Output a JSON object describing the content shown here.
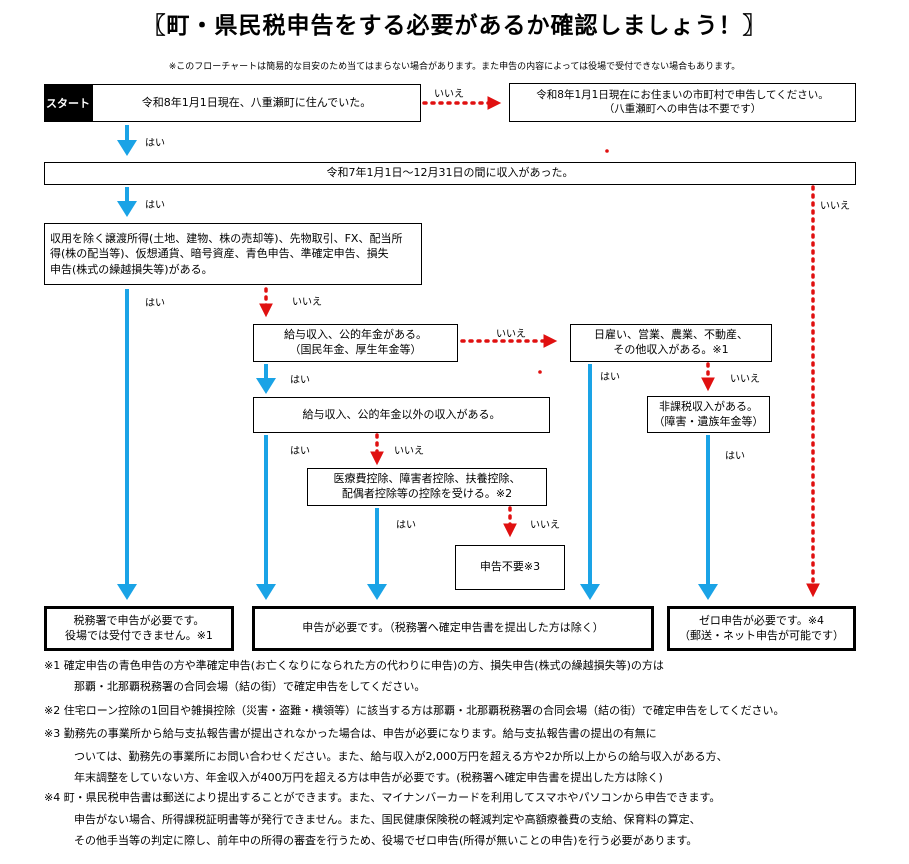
{
  "title": "〖町・県民税申告をする必要があるか確認しましょう！〗",
  "subnote": "※このフローチャートは簡易的な目安のため当てはまらない場合があります。また申告の内容によっては役場で受付できない場合もあります。",
  "start_label": "スタート",
  "boxes": {
    "q1": "令和8年1月1日現在、八重瀬町に住んでいた。",
    "no_resident": [
      "令和8年1月1日現在にお住まいの市町村で申告してください。",
      "（八重瀬町への申告は不要です）"
    ],
    "q2": "令和7年1月1日～12月31日の間に収入があった。",
    "q3": [
      "収用を除く譲渡所得(土地、建物、株の売却等)、先物取引、FX、配当所",
      "得(株の配当等)、仮想通貨、暗号資産、青色申告、準確定申告、損失",
      "申告(株式の繰越損失等)がある。"
    ],
    "q4": [
      "給与収入、公的年金がある。",
      "（国民年金、厚生年金等）"
    ],
    "q5": [
      "日雇い、営業、農業、不動産、",
      "その他収入がある。※1"
    ],
    "q6": "給与収入、公的年金以外の収入がある。",
    "q7": [
      "非課税収入がある。",
      "（障害・遺族年金等）"
    ],
    "q8": [
      "医療費控除、障害者控除、扶養控除、",
      "配偶者控除等の控除を受ける。※2"
    ],
    "no_need": "申告不要※3",
    "res_tax_office": [
      "税務署で申告が必要です。",
      "役場では受付できません。※1"
    ],
    "res_need": "申告が必要です。（税務署へ確定申告書を提出した方は除く）",
    "res_zero": [
      "ゼロ申告が必要です。※4",
      "（郵送・ネット申告が可能です）"
    ]
  },
  "labels": {
    "yes": "はい",
    "no": "いいえ"
  },
  "notes": [
    "※1 確定申告の青色申告の方や準確定申告(お亡くなりになられた方の代わりに申告)の方、損失申告(株式の繰越損失等)の方は",
    "那覇・北那覇税務署の合同会場（結の街）で確定申告をしてください。",
    "※2 住宅ローン控除の1回目や雑損控除（災害・盗難・横領等）に該当する方は那覇・北那覇税務署の合同会場（結の街）で確定申告をしてください。",
    "※3 勤務先の事業所から給与支払報告書が提出されなかった場合は、申告が必要になります。給与支払報告書の提出の有無に",
    "ついては、勤務先の事業所にお問い合わせください。また、給与収入が2,000万円を超える方や2か所以上からの給与収入がある方、",
    "年末調整をしていない方、年金収入が400万円を超える方は申告が必要です。(税務署へ確定申告書を提出した方は除く)",
    "※4 町・県民税申告書は郵送により提出することができます。また、マイナンバーカードを利用してスマホやパソコンから申告できます。",
    "申告がない場合、所得課税証明書等が発行できません。また、国民健康保険税の軽減判定や高額療養費の支給、保育料の算定、",
    "その他手当等の判定に際し、前年中の所得の審査を行うため、役場でゼロ申告(所得が無いことの申告)を行う必要があります。"
  ],
  "colors": {
    "yes_arrow": "#1aa3e6",
    "no_arrow": "#e01010"
  }
}
